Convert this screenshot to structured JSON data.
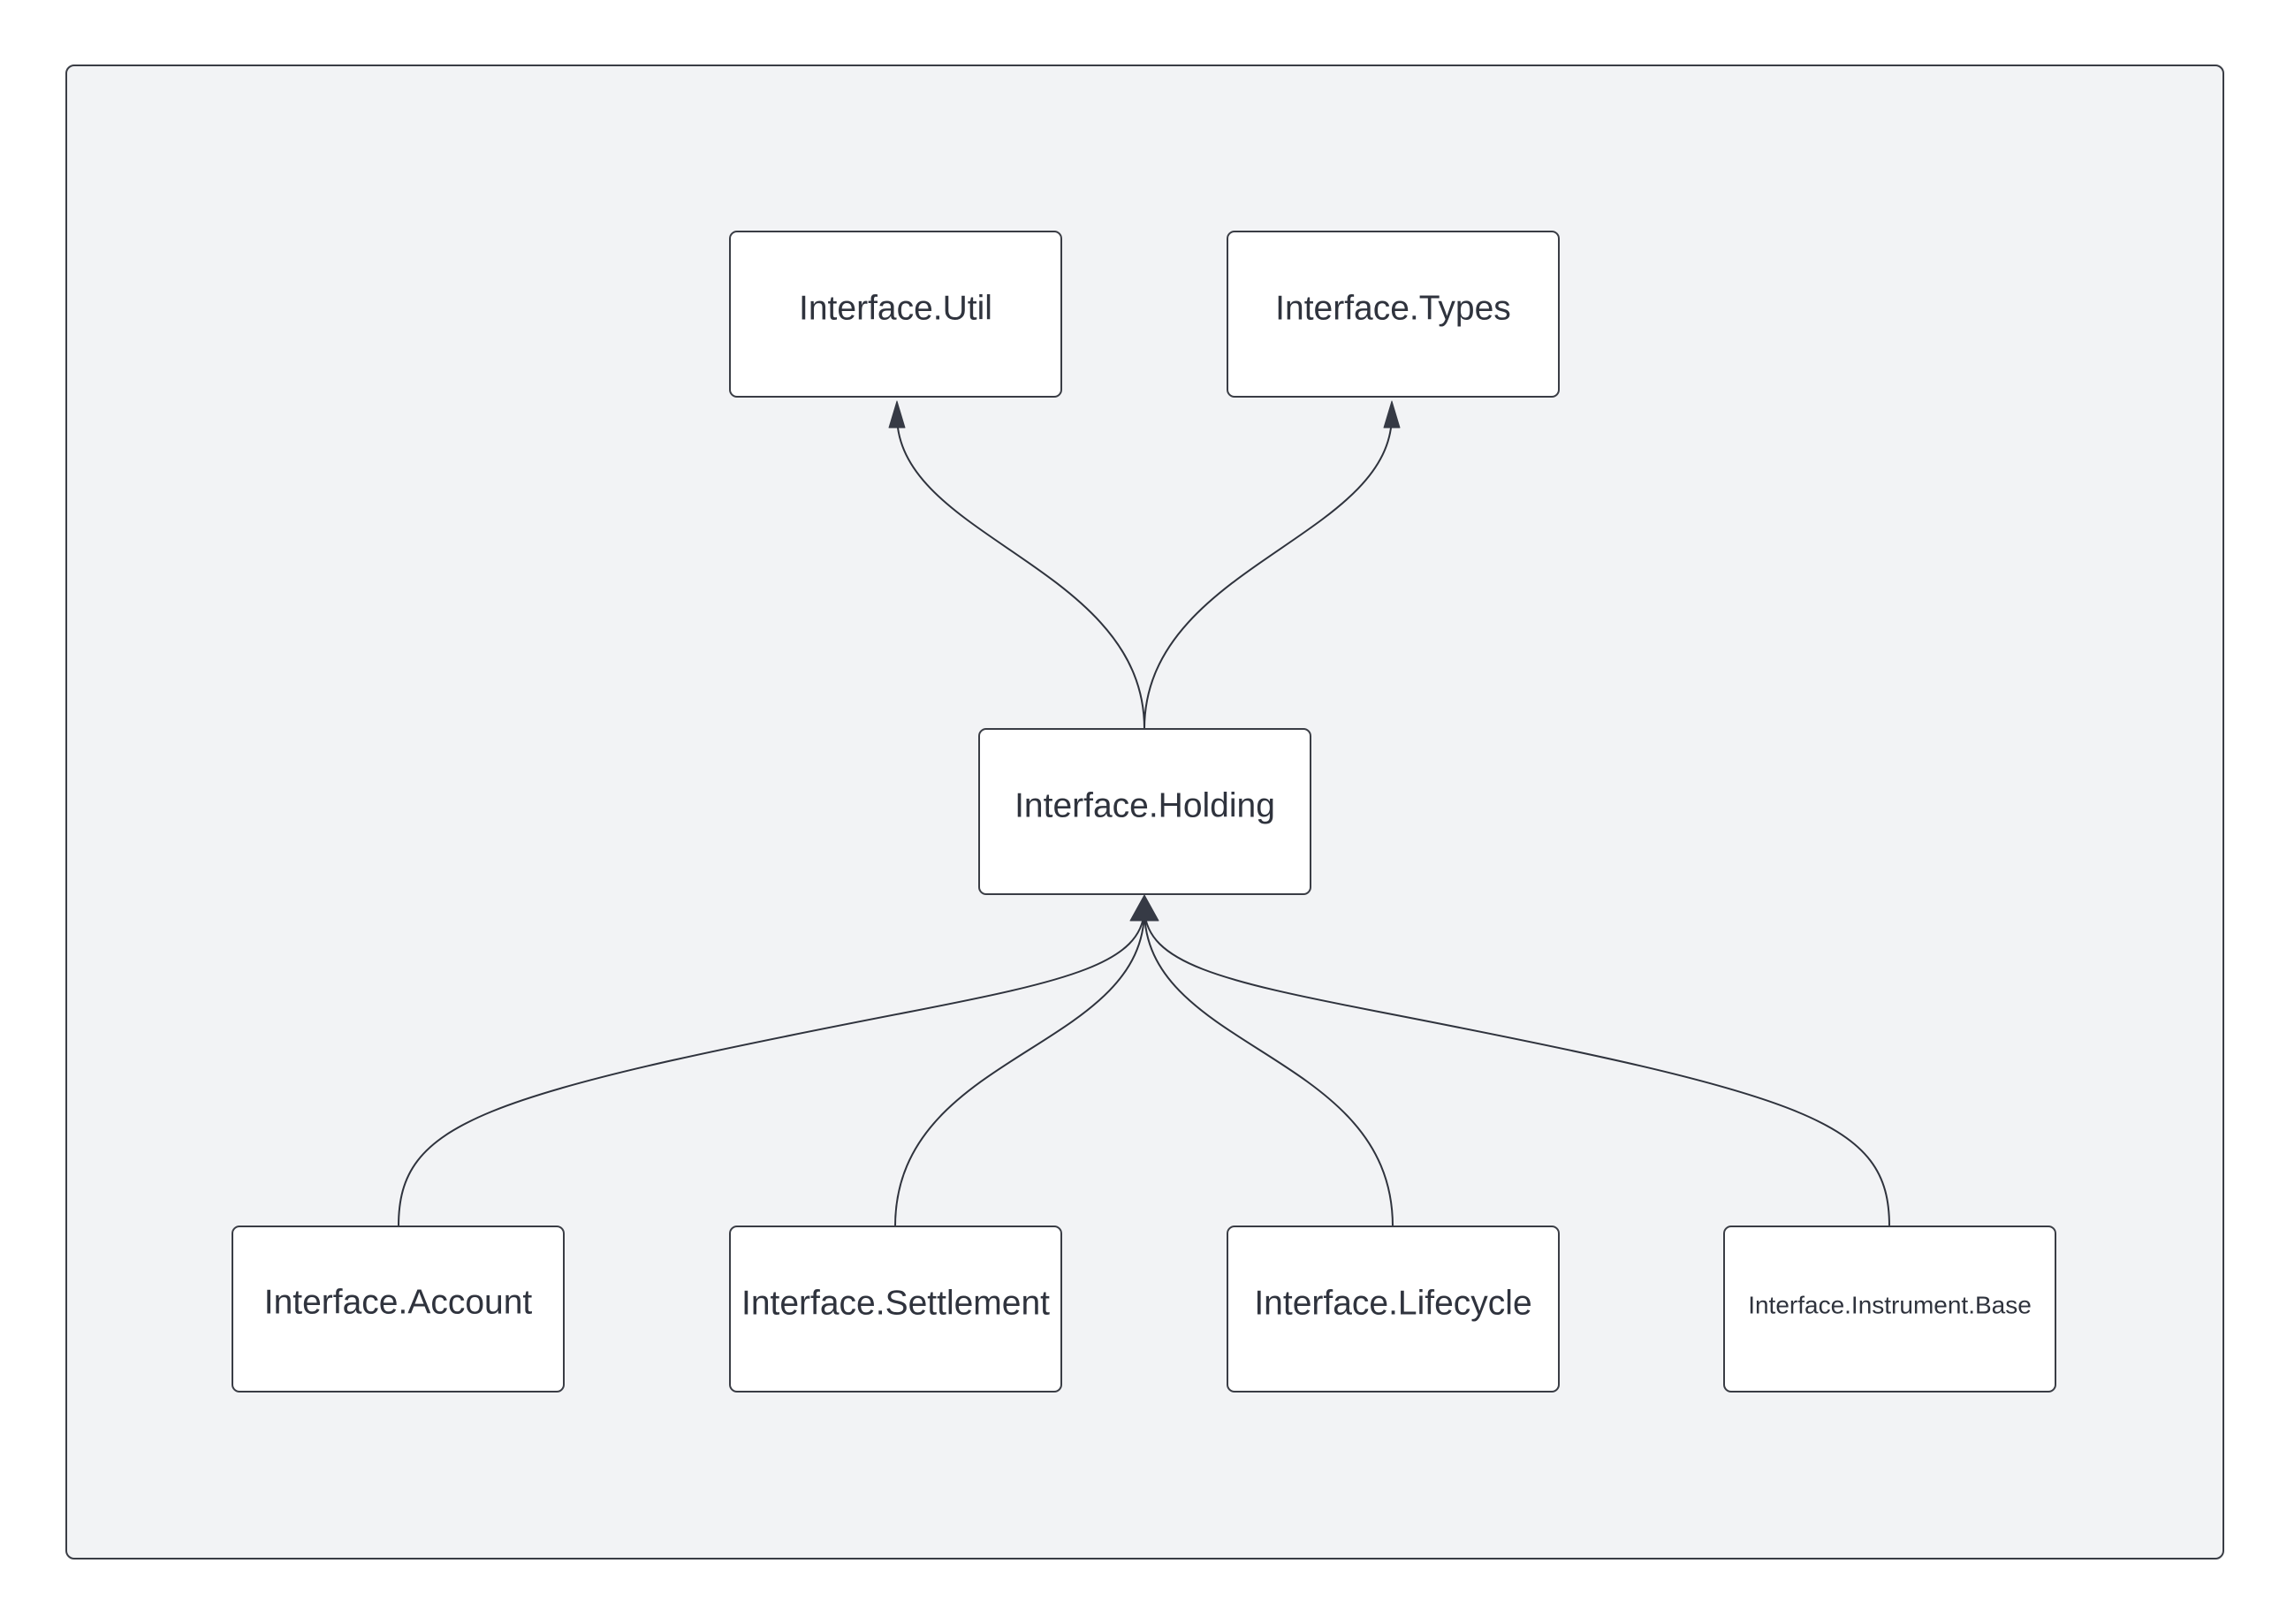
{
  "diagram": {
    "colors": {
      "background": "#f2f3f5",
      "node_fill": "#ffffff",
      "stroke": "#3a3d45",
      "text": "#2f333d"
    },
    "nodes": [
      {
        "id": "util",
        "label": "Interface.Util"
      },
      {
        "id": "types",
        "label": "Interface.Types"
      },
      {
        "id": "holding",
        "label": "Interface.Holding"
      },
      {
        "id": "account",
        "label": "Interface.Account"
      },
      {
        "id": "settlement",
        "label": "Interface.Settlement"
      },
      {
        "id": "lifecycle",
        "label": "Interface.Lifecycle"
      },
      {
        "id": "instrument_base",
        "label": "Interface.Instrument.Base"
      }
    ],
    "edges": [
      {
        "from": "holding",
        "to": "util"
      },
      {
        "from": "holding",
        "to": "types"
      },
      {
        "from": "account",
        "to": "holding"
      },
      {
        "from": "settlement",
        "to": "holding"
      },
      {
        "from": "lifecycle",
        "to": "holding"
      },
      {
        "from": "instrument_base",
        "to": "holding"
      }
    ]
  }
}
